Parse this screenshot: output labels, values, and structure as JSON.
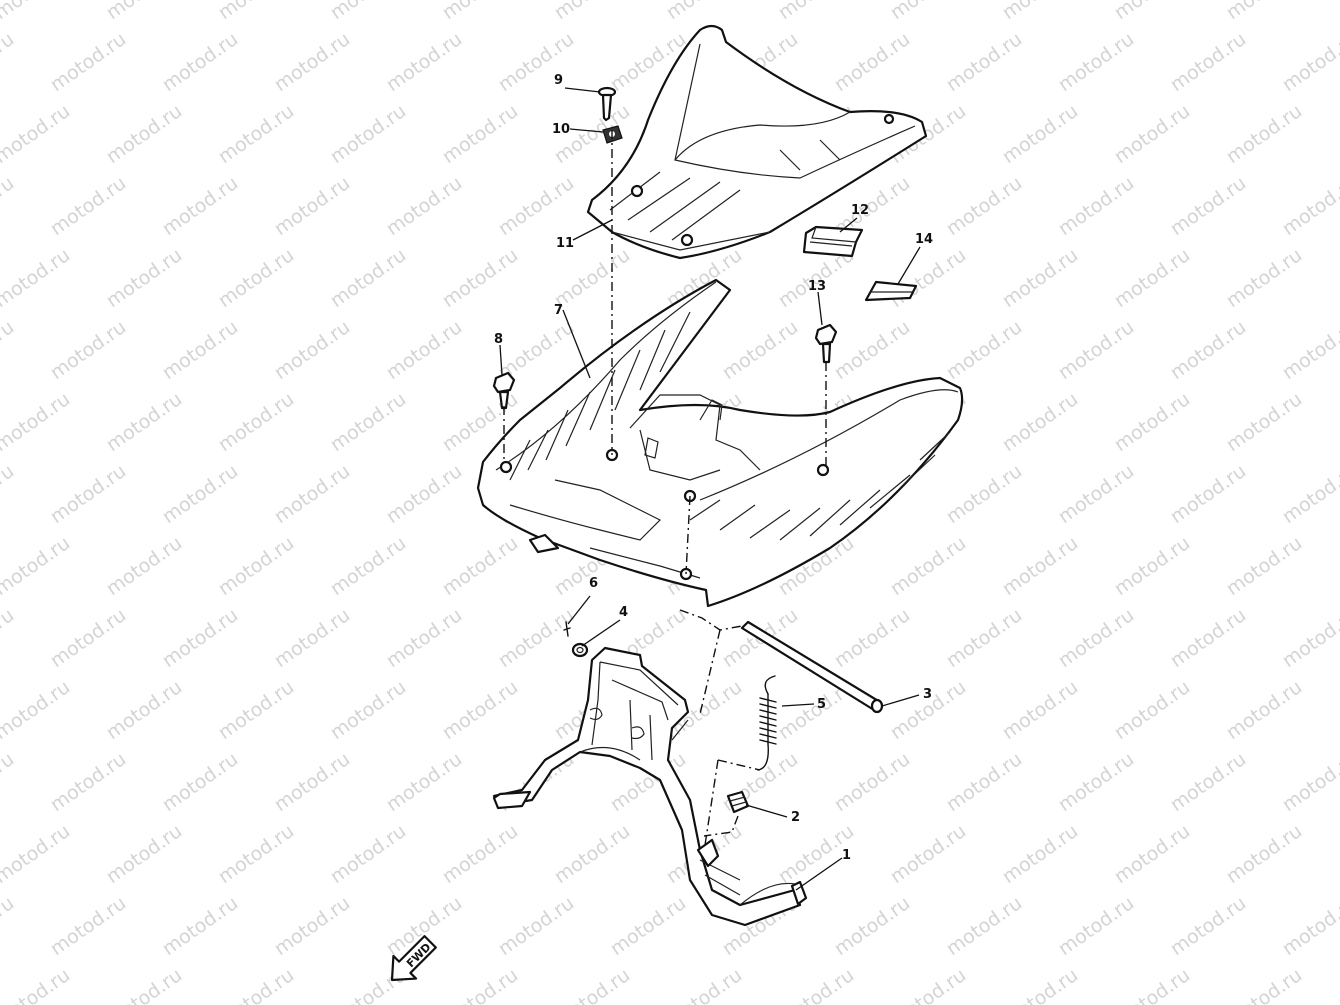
{
  "watermark": {
    "text": "motod.ru",
    "color": "#d4d4d4"
  },
  "callouts": [
    {
      "id": "1",
      "label": "1"
    },
    {
      "id": "2",
      "label": "2"
    },
    {
      "id": "3",
      "label": "3"
    },
    {
      "id": "4",
      "label": "4"
    },
    {
      "id": "5",
      "label": "5"
    },
    {
      "id": "6",
      "label": "6"
    },
    {
      "id": "7",
      "label": "7"
    },
    {
      "id": "8",
      "label": "8"
    },
    {
      "id": "9",
      "label": "9"
    },
    {
      "id": "10",
      "label": "10"
    },
    {
      "id": "11",
      "label": "11"
    },
    {
      "id": "12",
      "label": "12"
    },
    {
      "id": "13",
      "label": "13"
    },
    {
      "id": "14",
      "label": "14"
    }
  ],
  "direction_arrow": {
    "label": "FWD",
    "icon": "forward-arrow-icon"
  },
  "colors": {
    "line": "#111111",
    "background": "#ffffff"
  }
}
